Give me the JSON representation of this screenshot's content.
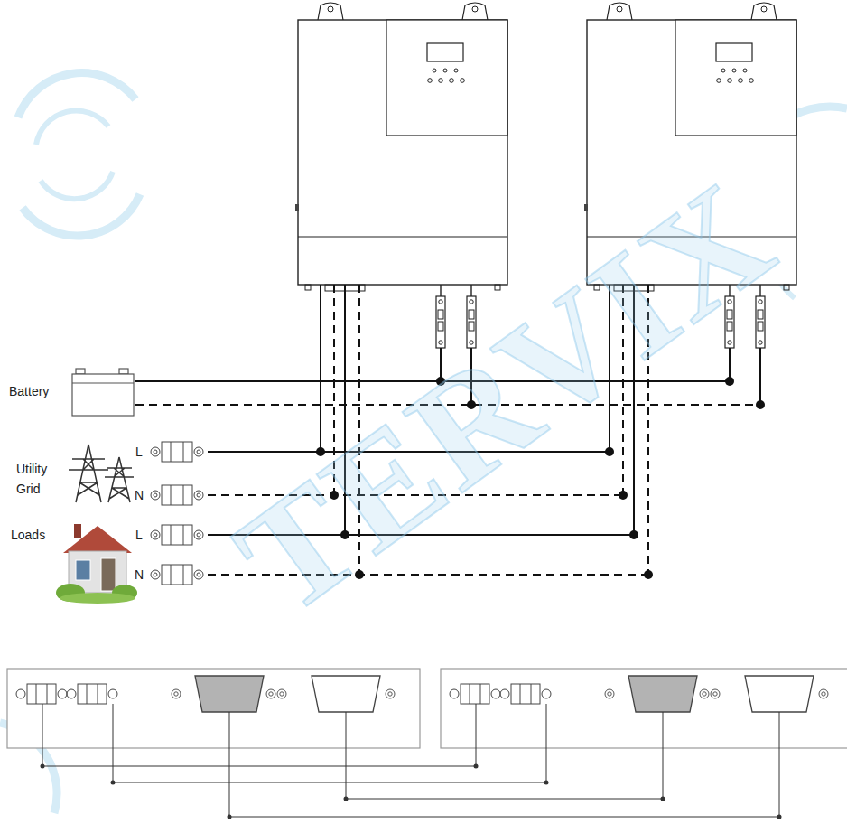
{
  "diagram": {
    "labels": [
      "Battery",
      "Utility Grid",
      "L",
      "N",
      "L",
      "N",
      "Loads",
      "TERVIX"
    ]
  }
}
